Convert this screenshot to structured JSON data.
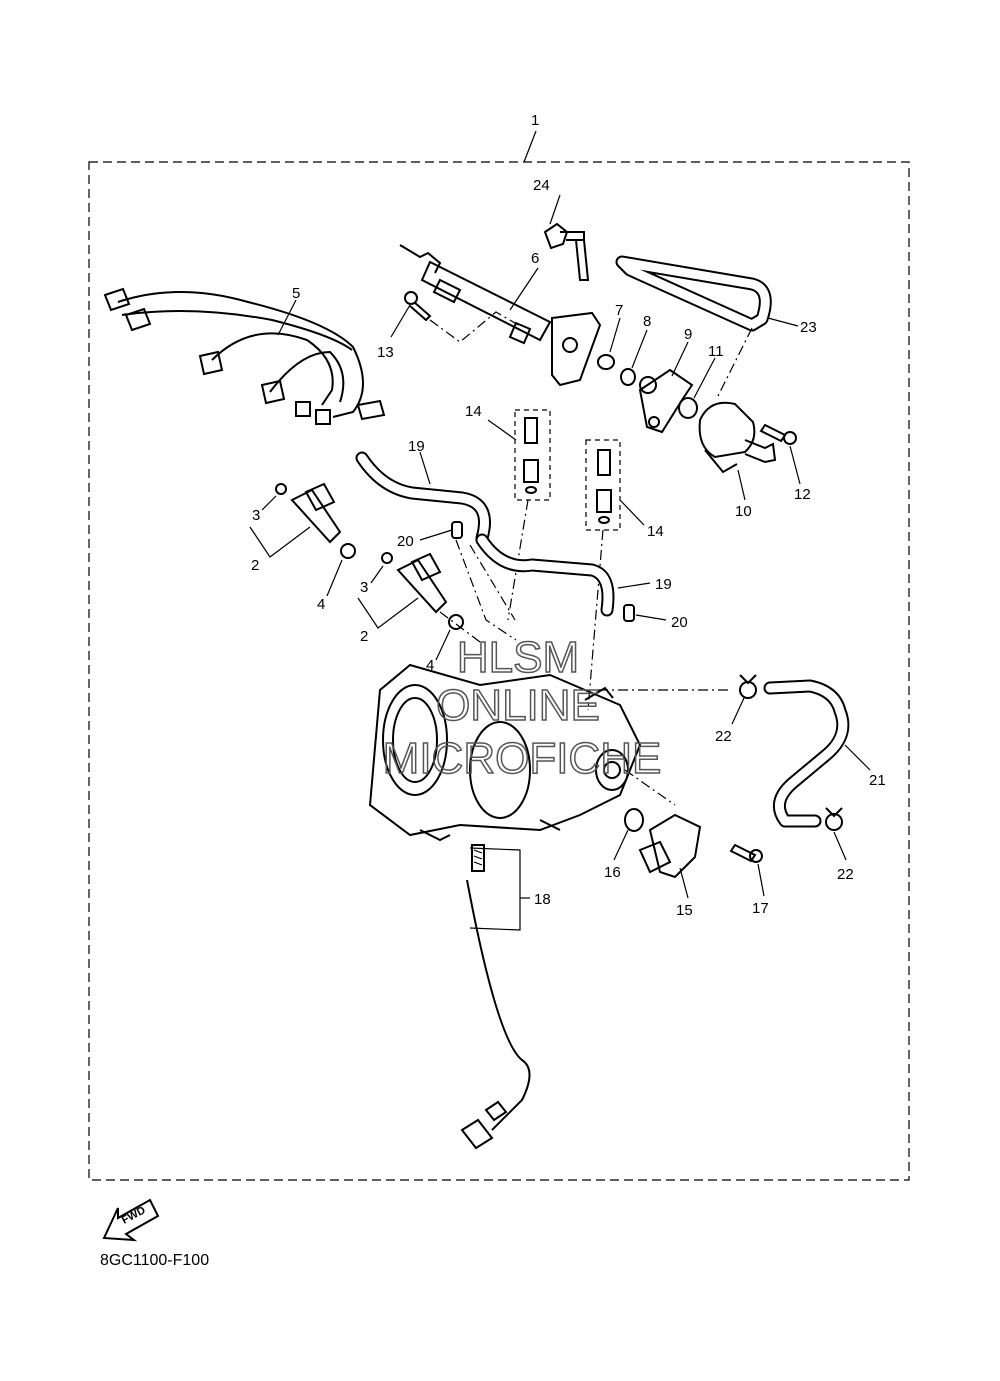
{
  "diagram": {
    "drawing_code": "8GC1100-F100",
    "fwd_label": "FWD",
    "watermark": [
      "HLSM",
      "ONLINE",
      "MICROFICHE"
    ],
    "callouts": [
      "1",
      "24",
      "6",
      "5",
      "23",
      "7",
      "8",
      "9",
      "11",
      "13",
      "14",
      "19",
      "12",
      "10",
      "3",
      "2",
      "20",
      "4",
      "14",
      "3",
      "19",
      "2",
      "20",
      "4",
      "22",
      "21",
      "16",
      "15",
      "17",
      "22",
      "18"
    ]
  }
}
